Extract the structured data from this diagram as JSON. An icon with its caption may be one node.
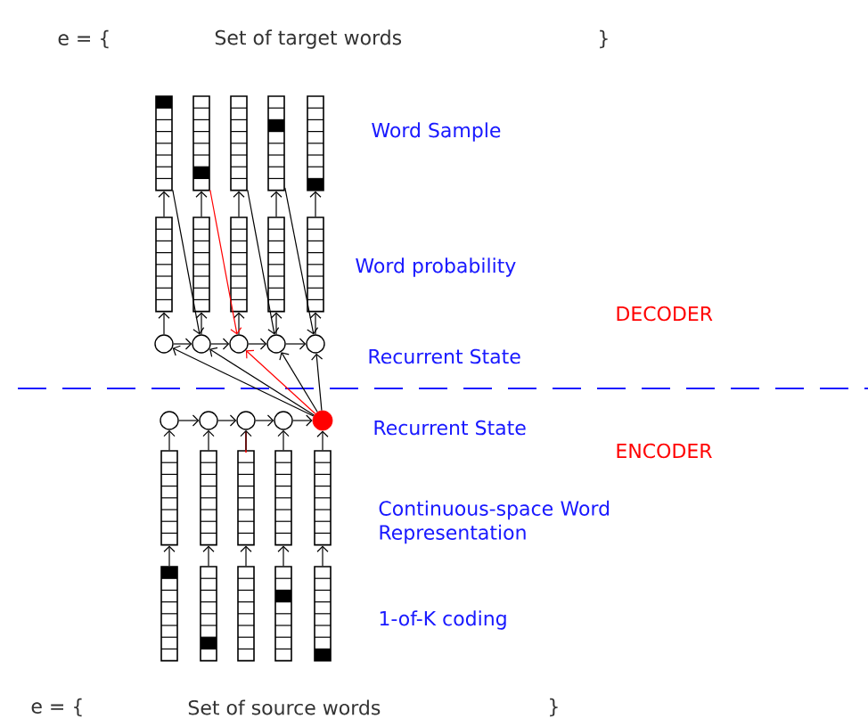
{
  "diagram": {
    "nodes": [
      {
        "text": [],
        "shape": "bar"
      },
      {
        "text": [],
        "shape": "bar"
      },
      {
        "text": [],
        "shape": "bar"
      },
      {
        "text": [],
        "shape": "bar"
      },
      {
        "text": [],
        "shape": "bar"
      },
      {
        "text": [],
        "shape": "bar"
      },
      {
        "text": [],
        "shape": "bar"
      },
      {
        "text": [],
        "shape": "bar"
      },
      {
        "text": [],
        "shape": "bar"
      },
      {
        "text": [],
        "shape": "bar"
      },
      {
        "text": [],
        "shape": "circle"
      },
      {
        "text": [],
        "shape": "circle"
      },
      {
        "text": [],
        "shape": "circle"
      },
      {
        "text": [],
        "shape": "circle"
      },
      {
        "text": [],
        "shape": "circle"
      },
      {
        "text": [],
        "shape": "circle"
      },
      {
        "text": [],
        "shape": "circle"
      },
      {
        "text": [],
        "shape": "circle"
      },
      {
        "text": [],
        "shape": "circle"
      },
      {
        "text": [],
        "shape": "circle"
      },
      {
        "text": [],
        "shape": "bar"
      },
      {
        "text": [],
        "shape": "bar"
      },
      {
        "text": [],
        "shape": "bar"
      },
      {
        "text": [],
        "shape": "bar"
      },
      {
        "text": [],
        "shape": "bar"
      },
      {
        "text": [],
        "shape": "bar"
      },
      {
        "text": [],
        "shape": "bar"
      },
      {
        "text": [],
        "shape": "bar"
      },
      {
        "text": [],
        "shape": "bar"
      },
      {
        "text": [],
        "shape": "bar"
      }
    ],
    "edges": [
      {
        "from": 25,
        "to": 20,
        "arrow": "to"
      },
      {
        "from": 26,
        "to": 21,
        "arrow": "to"
      },
      {
        "from": 27,
        "to": 22,
        "arrow": "to"
      },
      {
        "from": 28,
        "to": 23,
        "arrow": "to"
      },
      {
        "from": 29,
        "to": 24,
        "arrow": "to"
      },
      {
        "from": 20,
        "to": 15,
        "arrow": "to"
      },
      {
        "from": 21,
        "to": 16,
        "arrow": "to"
      },
      {
        "from": 22,
        "to": 17,
        "arrow": "to"
      },
      {
        "from": 23,
        "to": 18,
        "arrow": "to"
      },
      {
        "from": 24,
        "to": 19,
        "arrow": "to"
      },
      {
        "from": 15,
        "to": 16,
        "arrow": "to"
      },
      {
        "from": 16,
        "to": 17,
        "arrow": "to"
      },
      {
        "from": 17,
        "to": 18,
        "arrow": "to"
      },
      {
        "from": 18,
        "to": 19,
        "arrow": "to"
      },
      {
        "from": 19,
        "to": 10,
        "arrow": "to"
      },
      {
        "from": 19,
        "to": 11,
        "arrow": "to"
      },
      {
        "from": 19,
        "to": 12,
        "arrow": "to",
        "color": "#ff0000"
      },
      {
        "from": 19,
        "to": 13,
        "arrow": "to"
      },
      {
        "from": 19,
        "to": 14,
        "arrow": "to"
      },
      {
        "from": 10,
        "to": 11,
        "arrow": "to"
      },
      {
        "from": 11,
        "to": 12,
        "arrow": "to"
      },
      {
        "from": 12,
        "to": 13,
        "arrow": "to"
      },
      {
        "from": 13,
        "to": 14,
        "arrow": "to"
      },
      {
        "from": 10,
        "to": 5,
        "arrow": "to"
      },
      {
        "from": 11,
        "to": 6,
        "arrow": "to"
      },
      {
        "from": 12,
        "to": 7,
        "arrow": "to"
      },
      {
        "from": 13,
        "to": 8,
        "arrow": "to"
      },
      {
        "from": 14,
        "to": 9,
        "arrow": "to"
      },
      {
        "from": 5,
        "to": 0,
        "arrow": "to"
      },
      {
        "from": 6,
        "to": 1,
        "arrow": "to"
      },
      {
        "from": 7,
        "to": 2,
        "arrow": "to"
      },
      {
        "from": 8,
        "to": 3,
        "arrow": "to"
      },
      {
        "from": 9,
        "to": 4,
        "arrow": "to"
      },
      {
        "from": 0,
        "to": 11,
        "arrow": "to"
      },
      {
        "from": 1,
        "to": 12,
        "arrow": "to",
        "color": "#ff0000"
      },
      {
        "from": 2,
        "to": 13,
        "arrow": "to"
      },
      {
        "from": 3,
        "to": 14,
        "arrow": "to"
      }
    ],
    "labels": [
      "e = {",
      "Set of target words",
      "}",
      "Word Sample",
      "Word probability",
      "DECODER",
      "Recurrent State",
      "Recurrent State",
      "ENCODER",
      "Continuous-space Word Representation",
      "1-of-K coding",
      "e = {",
      "Set of source words",
      "}"
    ]
  }
}
